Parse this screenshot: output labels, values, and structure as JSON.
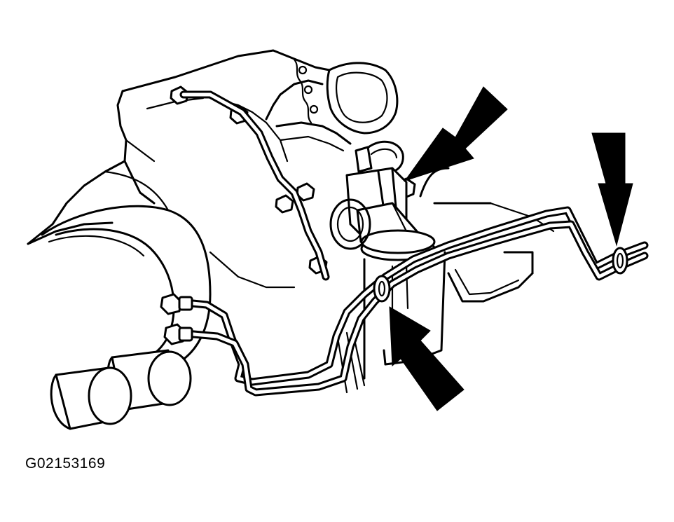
{
  "figure": {
    "id_label": "G02153169"
  },
  "colors": {
    "line": "#000000",
    "background": "#ffffff"
  },
  "arrows": [
    {
      "name": "arrow-upper-bolt",
      "points_to": "bracket-bolt"
    },
    {
      "name": "arrow-right-clamp",
      "points_to": "fuel-line-clamp-right"
    },
    {
      "name": "arrow-lower-clamp",
      "points_to": "fuel-line-clamp-center"
    }
  ]
}
